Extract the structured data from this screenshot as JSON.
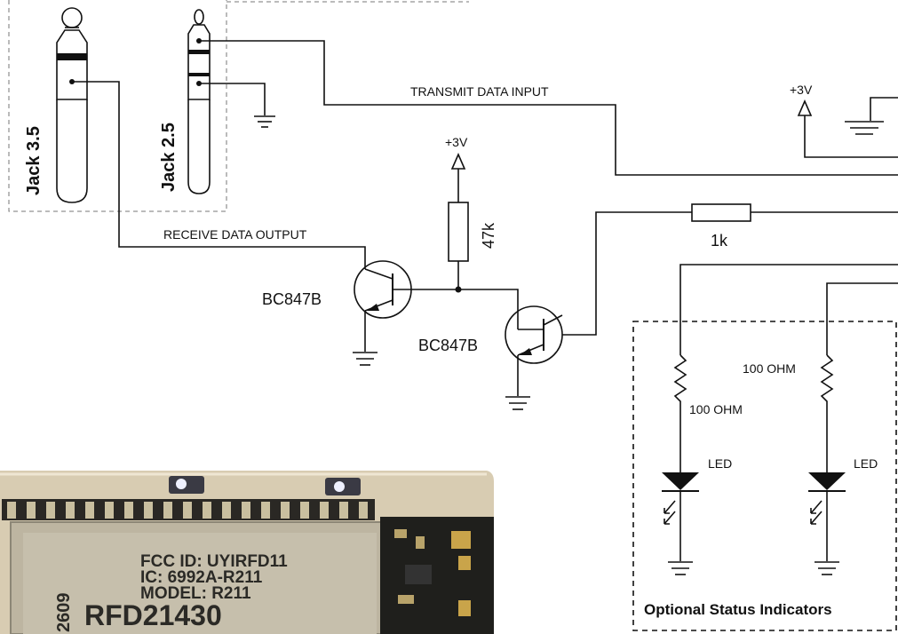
{
  "labels": {
    "jack35": "Jack 3.5",
    "jack25": "Jack 2.5",
    "transmit": "TRANSMIT DATA  INPUT",
    "receive": "RECEIVE DATA  OUTPUT",
    "vcc_a": "+3V",
    "vcc_b": "+3V",
    "r47k": "47k",
    "r1k": "1k",
    "q1": "BC847B",
    "q2": "BC847B",
    "r100a": "100 OHM",
    "r100b": "100 OHM",
    "led_a": "LED",
    "led_b": "LED",
    "status": "Optional Status Indicators"
  },
  "module_photo": {
    "line1": "FCC ID: UYIRFD11",
    "line2": "IC: 6992A-R211",
    "line3": "MODEL: R211",
    "part": "RFD21430",
    "side": "2609"
  },
  "colors": {
    "wire": "#111111",
    "pcb": "#d9cdb4",
    "shield": "#bfb7a3",
    "ic": "#1c1c1c"
  }
}
